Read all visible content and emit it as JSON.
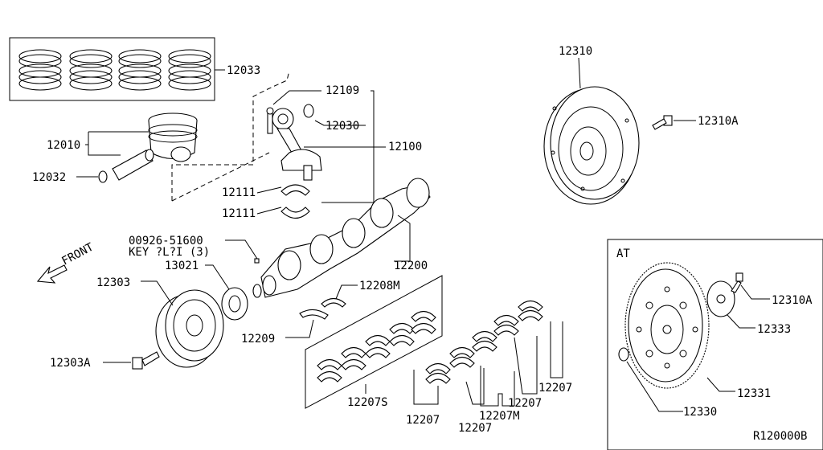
{
  "diagram": {
    "labels": [
      {
        "id": "12033",
        "text": "12033"
      },
      {
        "id": "12010",
        "text": "12010"
      },
      {
        "id": "12032",
        "text": "12032"
      },
      {
        "id": "12109",
        "text": "12109"
      },
      {
        "id": "12030",
        "text": "12030"
      },
      {
        "id": "12100",
        "text": "12100"
      },
      {
        "id": "12111a",
        "text": "12111"
      },
      {
        "id": "12111b",
        "text": "12111"
      },
      {
        "id": "key-part",
        "text": "00926-51600"
      },
      {
        "id": "key-desc",
        "text": "KEY ?L?I (3)"
      },
      {
        "id": "13021",
        "text": "13021"
      },
      {
        "id": "12303",
        "text": "12303"
      },
      {
        "id": "12303A",
        "text": "12303A"
      },
      {
        "id": "12200",
        "text": "12200"
      },
      {
        "id": "12208M",
        "text": "12208M"
      },
      {
        "id": "12209",
        "text": "12209"
      },
      {
        "id": "12207S",
        "text": "12207S"
      },
      {
        "id": "12207a",
        "text": "12207"
      },
      {
        "id": "12207b",
        "text": "12207"
      },
      {
        "id": "12207M",
        "text": "12207M"
      },
      {
        "id": "12207c",
        "text": "12207"
      },
      {
        "id": "12207d",
        "text": "12207"
      },
      {
        "id": "12310",
        "text": "12310"
      },
      {
        "id": "12310A-top",
        "text": "12310A"
      },
      {
        "id": "AT",
        "text": "AT"
      },
      {
        "id": "12310A-at",
        "text": "12310A"
      },
      {
        "id": "12333",
        "text": "12333"
      },
      {
        "id": "12331",
        "text": "12331"
      },
      {
        "id": "12330",
        "text": "12330"
      },
      {
        "id": "front",
        "text": "FRONT"
      },
      {
        "id": "ref",
        "text": "R120000B"
      }
    ]
  }
}
